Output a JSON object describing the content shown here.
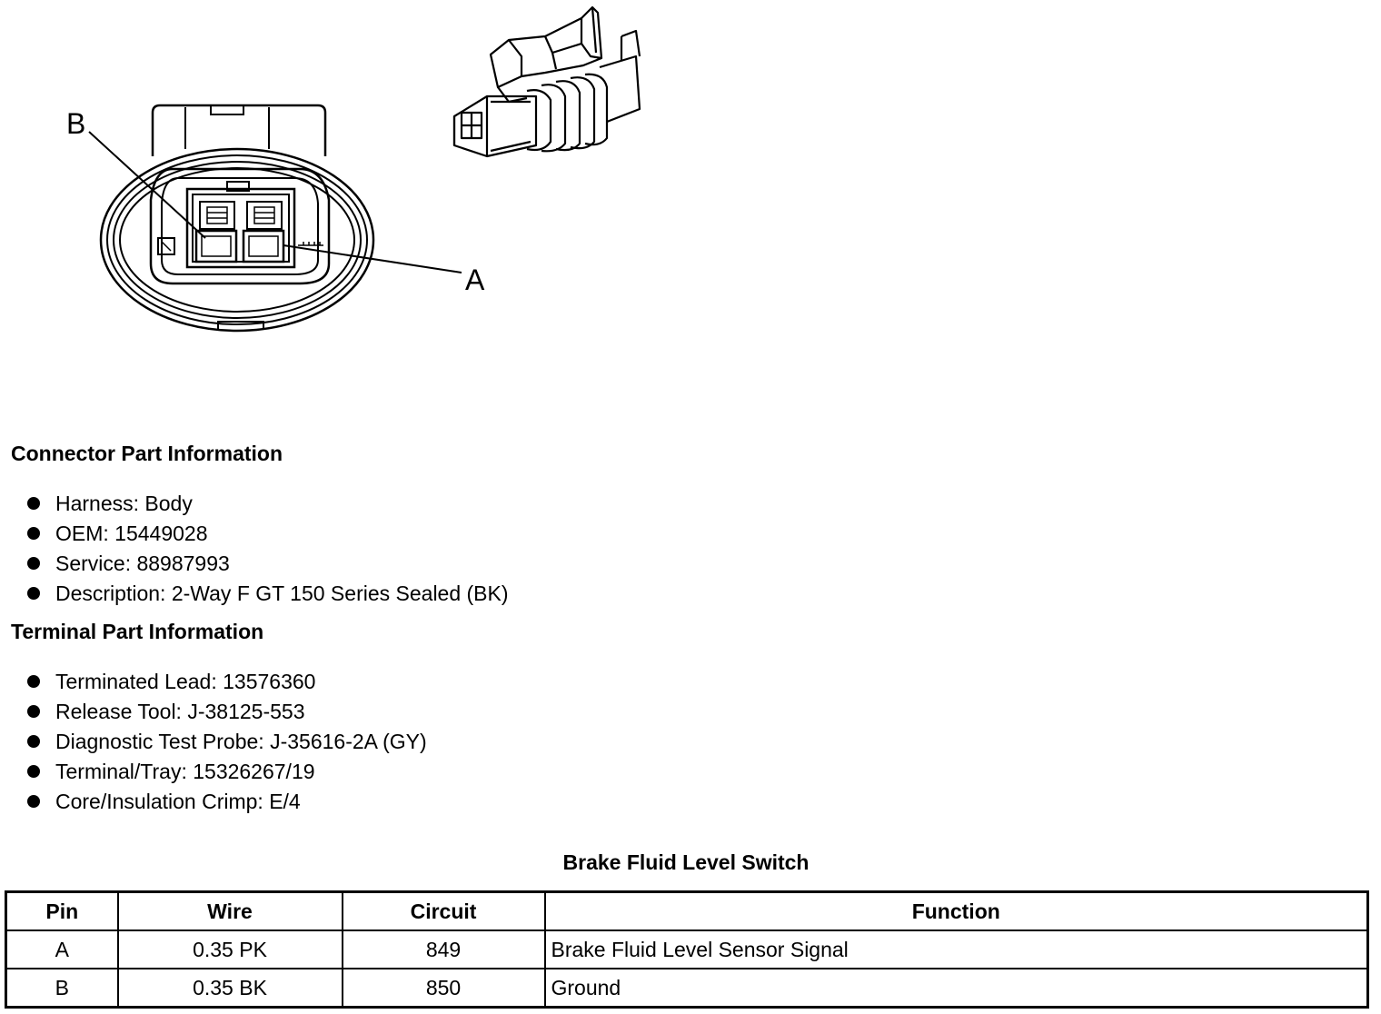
{
  "figure": {
    "pin_labels": {
      "a": "A",
      "b": "B"
    }
  },
  "connector_section": {
    "heading": "Connector Part Information",
    "items": [
      "Harness: Body",
      "OEM: 15449028",
      "Service: 88987993",
      "Description: 2-Way F GT 150 Series Sealed (BK)"
    ]
  },
  "terminal_section": {
    "heading": "Terminal Part Information",
    "items": [
      "Terminated Lead: 13576360",
      "Release Tool: J-38125-553",
      "Diagnostic Test Probe: J-35616-2A (GY)",
      "Terminal/Tray: 15326267/19",
      "Core/Insulation Crimp: E/4"
    ]
  },
  "table": {
    "caption": "Brake Fluid Level Switch",
    "headers": [
      "Pin",
      "Wire",
      "Circuit",
      "Function"
    ],
    "rows": [
      [
        "A",
        "0.35 PK",
        "849",
        "Brake Fluid Level Sensor Signal"
      ],
      [
        "B",
        "0.35 BK",
        "850",
        "Ground"
      ]
    ]
  }
}
